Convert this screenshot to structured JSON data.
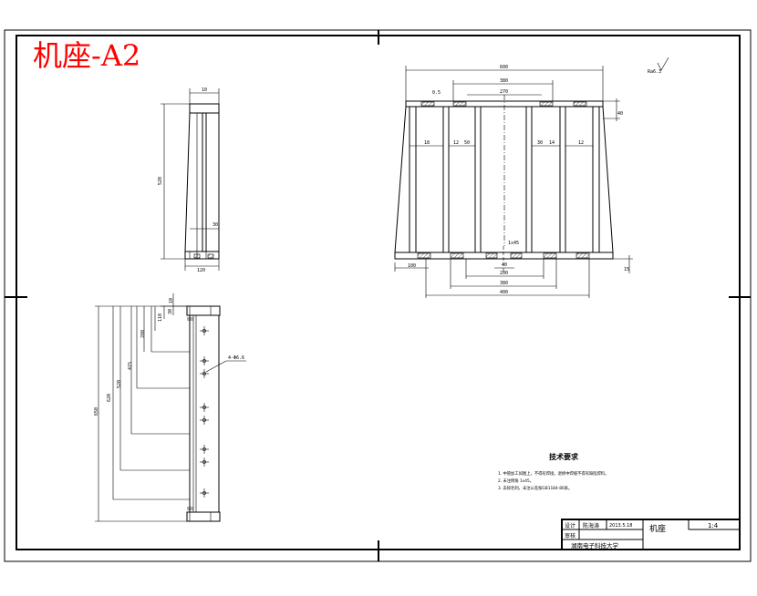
{
  "drawing": {
    "title_stamp": "机座-A2"
  },
  "roughness": {
    "value": "Ra6.3"
  },
  "tech_notes": {
    "title": "技术要求",
    "items": [
      "1. 中管加工如图上，不得有焊接。退修中焊缝不得有缺陷焊料。",
      "2. 未注倒角 1x45。",
      "3. 去除毛刺，未注公差按GB1184-80表。"
    ]
  },
  "title_block": {
    "part_name": "机座",
    "scale": "1:4",
    "designer_label": "设计",
    "designer": "陈海涛",
    "date": "2013.5.18",
    "review_label": "审核",
    "school": "湖南电子科技大学"
  },
  "dims": {
    "side_top": "10",
    "side_height": "520",
    "side_inner": "30",
    "side_bottom": "120",
    "front_total": "600",
    "front_span_a": "380",
    "front_span_b": "270",
    "front_right": "40",
    "gap_1": "18",
    "gap_2": "12",
    "gap_3": "50",
    "gap_4": "30",
    "gap_5": "14",
    "gap_6": "12",
    "front_left_b": "100",
    "front_bot_a": "40",
    "front_bot_b": "200",
    "front_bot_c": "380",
    "front_bot_d": "400",
    "front_bot_r": "15",
    "front_center": "1x45",
    "front_chamfer": "0.5",
    "plate_d1": "10",
    "plate_d2": "30",
    "plate_d3": "110",
    "plate_d4": "280",
    "plate_d5": "415",
    "plate_d6": "520",
    "plate_d7": "620",
    "plate_d8": "650",
    "plate_hole": "4-Φ6.6"
  }
}
